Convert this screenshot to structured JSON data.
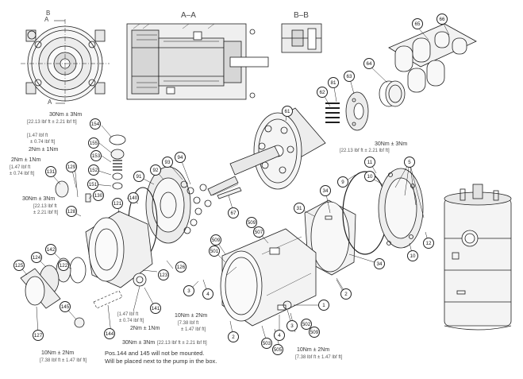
{
  "sections": {
    "aa": "A–A",
    "bb": "B–B",
    "a_top": "A",
    "a_bottom": "A",
    "b_top": "B"
  },
  "torques": {
    "t154_main": "30Nm ± 3Nm",
    "t154_sub": "[22.13 lbf ft ± 2.21 lbf ft]",
    "t155_a": "[1.47 lbf ft",
    "t155_b": "± 0.74 lbf ft]",
    "t155_c": "2Nm ± 1Nm",
    "t131_a": "2Nm ± 1Nm",
    "t131_b": "[1.47 lbf ft",
    "t131_c": "± 0.74 lbf ft]",
    "t128_a": "30Nm ± 3Nm",
    "t128_b": "[22.13 lbf ft",
    "t128_c": "± 2.21 lbf ft]",
    "t5_main": "30Nm ± 3Nm",
    "t5_sub": "[22.13 lbf ft ± 2.21 lbf ft]",
    "t145_a": "[1.47 lbf ft",
    "t145_b": "± 0.74 lbf ft]",
    "t145_c": "2Nm ± 1Nm",
    "t3_a": "10Nm ± 2Nm",
    "t3_b": "[7.38 lbf ft",
    "t3_c": "± 1.47 lbf ft]",
    "t144_main": "30Nm ± 3Nm",
    "t144_sub": "[22.13 lbf ft ± 2.21 lbf ft]",
    "t127_main": "10Nm ± 2Nm",
    "t127_sub": "[7.38 lbf ft ± 1.47 lbf ft]",
    "t2_main": "10Nm ± 2Nm",
    "t2_sub": "[7.38 lbf ft ± 1.47 lbf ft]"
  },
  "note": {
    "line1": "Pos.144 and 145 will not be mounted.",
    "line2": "Will be placed next to the pump in the box."
  },
  "parts": {
    "p66": "66",
    "p65": "65",
    "p64": "64",
    "p63": "63",
    "p62": "62",
    "p81": "81",
    "p61": "61",
    "p154": "154",
    "p155": "155",
    "p153": "153",
    "p152": "152",
    "p151": "151",
    "p129": "129",
    "p131": "131",
    "p130": "130",
    "p128": "128",
    "p121": "121",
    "p140": "140",
    "p92": "92",
    "p91": "91",
    "p93": "93",
    "p94": "94",
    "p67": "67",
    "p34a": "34",
    "p9": "9",
    "p10a": "10",
    "p11": "11",
    "p5": "5",
    "p12": "12",
    "p10b": "10",
    "p31": "31",
    "p34b": "34",
    "p2a": "2",
    "p509a": "509",
    "p507a": "507",
    "p509b": "509",
    "p501": "501",
    "p124": "124",
    "p142": "142",
    "p122": "122",
    "p125": "125",
    "p123": "123",
    "p126": "126",
    "p141": "141",
    "p145": "145",
    "p144": "144",
    "p127": "127",
    "p3a": "3",
    "p4a": "4",
    "p2b": "2",
    "p1": "1",
    "p3b": "3",
    "p4b": "4",
    "p503": "503",
    "p505": "505",
    "p502": "502",
    "p509c": "509"
  }
}
